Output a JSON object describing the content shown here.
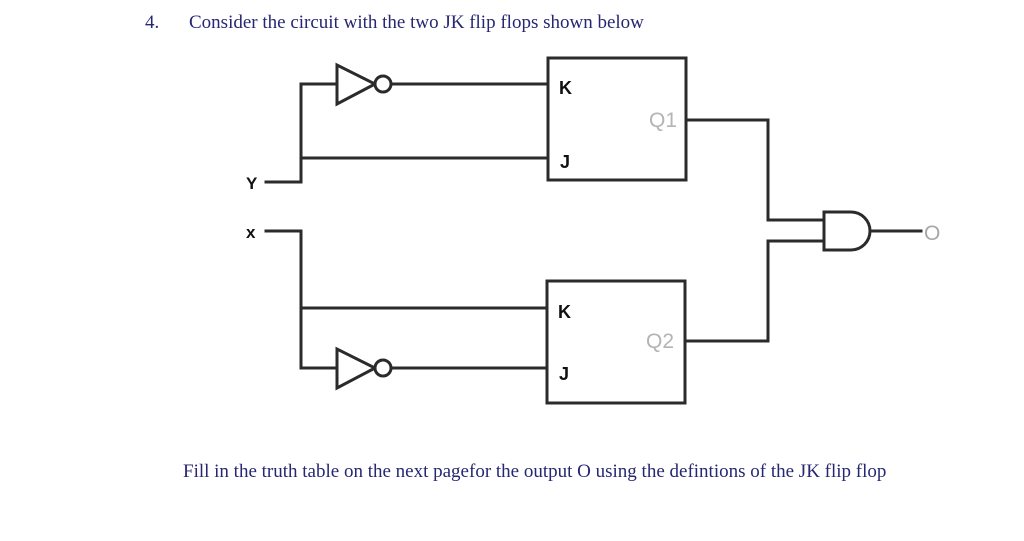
{
  "page": {
    "background_color": "#ffffff",
    "text_color": "#262673",
    "wire_color": "#2b2b2b",
    "label_gray": "#b4b4b4"
  },
  "question": {
    "number": "4.",
    "text": "Consider the circuit with the two JK flip flops shown below"
  },
  "footer": {
    "text": "Fill in the  truth table on the next pagefor the output O using the defintions of the JK flip flop"
  },
  "circuit": {
    "inputs": [
      {
        "name": "input-y",
        "label": "Y"
      },
      {
        "name": "input-x",
        "label": "x"
      }
    ],
    "flipflops": [
      {
        "name": "flipflop-1",
        "k_label": "K",
        "j_label": "J",
        "q_label": "Q1",
        "k_source": "inverted-y",
        "j_source": "y"
      },
      {
        "name": "flipflop-2",
        "k_label": "K",
        "j_label": "J",
        "q_label": "Q2",
        "k_source": "x",
        "j_source": "inverted-x"
      }
    ],
    "gates": [
      {
        "name": "inverter-top",
        "type": "NOT",
        "input": "Y",
        "output": "K of flip flop 1"
      },
      {
        "name": "inverter-bottom",
        "type": "NOT",
        "input": "x",
        "output": "J of flip flop 2"
      },
      {
        "name": "and-gate",
        "type": "AND",
        "inputs": [
          "Q1",
          "Q2"
        ],
        "output": "O"
      }
    ],
    "output": {
      "name": "output-o",
      "label": "O"
    }
  }
}
